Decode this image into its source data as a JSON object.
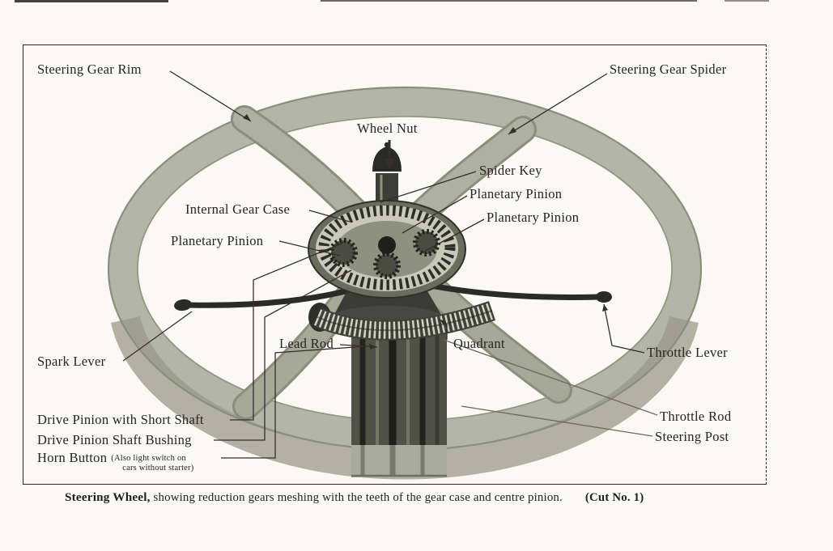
{
  "labels": {
    "steering_gear_rim": "Steering Gear Rim",
    "steering_gear_spider": "Steering Gear Spider",
    "wheel_nut": "Wheel Nut",
    "spider_key": "Spider Key",
    "planetary_pinion_right_1": "Planetary Pinion",
    "planetary_pinion_right_2": "Planetary Pinion",
    "internal_gear_case": "Internal Gear Case",
    "planetary_pinion_left": "Planetary Pinion",
    "spark_lever": "Spark Lever",
    "lead_rod": "Lead Rod",
    "quadrant": "Quadrant",
    "throttle_lever": "Throttle Lever",
    "drive_pinion_short_shaft": "Drive Pinion with Short Shaft",
    "drive_pinion_shaft_bushing": "Drive Pinion Shaft Bushing",
    "horn_button": "Horn Button",
    "horn_button_note_1": "(Also light switch on",
    "horn_button_note_2": "cars without starter)",
    "throttle_rod": "Throttle Rod",
    "steering_post": "Steering Post"
  },
  "caption": {
    "lead": "Steering Wheel,",
    "body": " showing reduction gears meshing with the teeth of the gear case and centre pinion.",
    "cut_number": "(Cut No. 1)"
  },
  "illustration": {
    "subject": "Ford Model T steering wheel with reduction gear assembly",
    "colors": {
      "paper": "#fbf9f3",
      "ink": "#29251f",
      "metal_light": "#b3b5a7",
      "metal_mid": "#8f927f",
      "metal_dark": "#33342c"
    }
  }
}
